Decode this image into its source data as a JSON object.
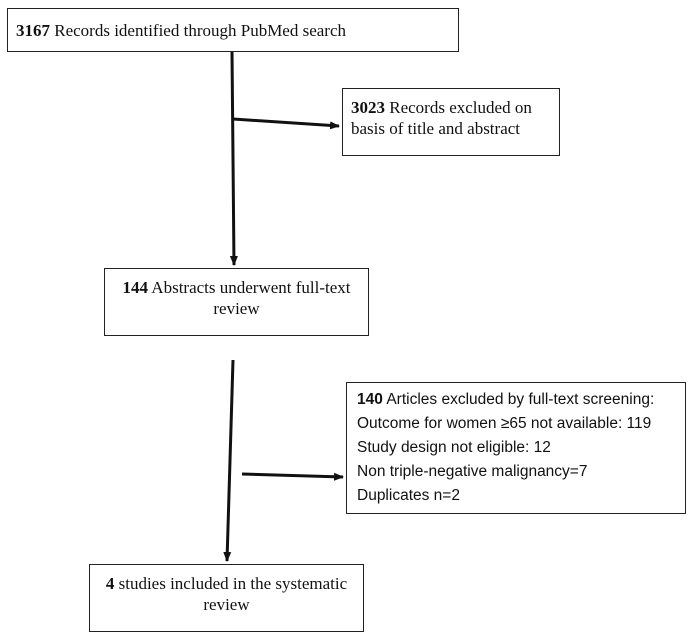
{
  "flow": {
    "identified": {
      "count": "3167",
      "text": "Records identified through PubMed search"
    },
    "excluded_title": {
      "count": "3023",
      "text_line1": "Records excluded on",
      "text_line2": "basis of title and abstract"
    },
    "fulltext_review": {
      "count": "144",
      "text_line1": "Abstracts underwent full-text",
      "text_line2": "review"
    },
    "excluded_fulltext": {
      "count": "140",
      "heading_text": "Articles excluded by full-text screening:",
      "reasons": [
        "Outcome for women ≥65 not available: 119",
        "Study design not eligible: 12",
        "Non triple-negative malignancy=7",
        "Duplicates n=2"
      ]
    },
    "included": {
      "count": "4",
      "text_line1": "studies included in the systematic",
      "text_line2": "review"
    }
  },
  "colors": {
    "box_border": "#222222",
    "arrow": "#111111",
    "text": "#111111"
  }
}
